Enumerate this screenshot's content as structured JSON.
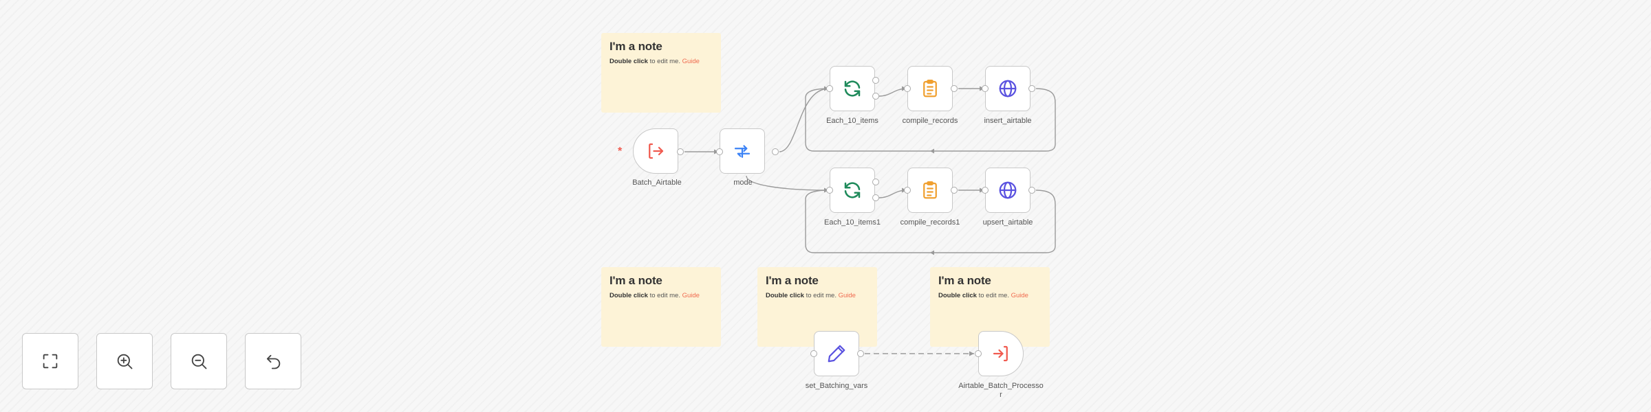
{
  "canvas": {
    "notes": [
      {
        "title": "I'm a note",
        "bold": "Double click",
        "text": " to edit me. ",
        "link": "Guide"
      },
      {
        "title": "I'm a note",
        "bold": "Double click",
        "text": " to edit me. ",
        "link": "Guide"
      },
      {
        "title": "I'm a note",
        "bold": "Double click",
        "text": " to edit me. ",
        "link": "Guide"
      },
      {
        "title": "I'm a note",
        "bold": "Double click",
        "text": " to edit me. ",
        "link": "Guide"
      }
    ],
    "trigger_marker": "*",
    "nodes": {
      "batch_airtable": {
        "label": "Batch_Airtable",
        "icon": "sign-in-icon",
        "color": "#f05a4f"
      },
      "mode": {
        "label": "mode",
        "icon": "switch-icon",
        "color": "#3b82f6"
      },
      "each_10_items": {
        "label": "Each_10_items",
        "icon": "loop-icon",
        "color": "#1f8a5b"
      },
      "compile_records": {
        "label": "compile_records",
        "icon": "clipboard-icon",
        "color": "#f0a030"
      },
      "insert_airtable": {
        "label": "insert_airtable",
        "icon": "globe-icon",
        "color": "#5a52e0"
      },
      "each_10_items1": {
        "label": "Each_10_items1",
        "icon": "loop-icon",
        "color": "#1f8a5b"
      },
      "compile_records1": {
        "label": "compile_records1",
        "icon": "clipboard-icon",
        "color": "#f0a030"
      },
      "upsert_airtable": {
        "label": "upsert_airtable",
        "icon": "globe-icon",
        "color": "#5a52e0"
      },
      "set_batching_vars": {
        "label": "set_Batching_vars",
        "icon": "pencil-icon",
        "color": "#5a52e0"
      },
      "airtable_batch_processor": {
        "label": "Airtable_Batch_Processo\nr",
        "icon": "sign-out-icon",
        "color": "#f05a4f"
      }
    }
  },
  "controls": [
    {
      "name": "fit-view",
      "icon": "fullscreen-icon"
    },
    {
      "name": "zoom-in",
      "icon": "zoom-in-icon"
    },
    {
      "name": "zoom-out",
      "icon": "zoom-out-icon"
    },
    {
      "name": "undo",
      "icon": "undo-icon"
    }
  ],
  "colors": {
    "note_bg": "#fdf3d7",
    "edge": "#9a9a9a",
    "guide_link": "#f06a4f"
  }
}
